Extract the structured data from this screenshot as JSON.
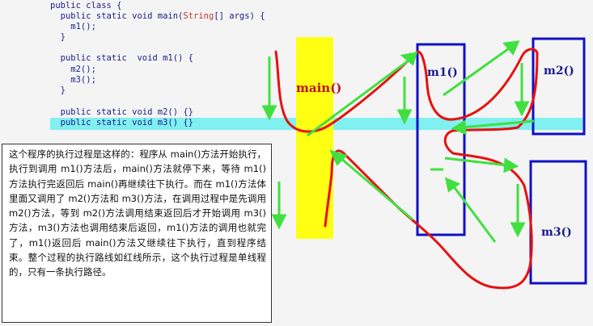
{
  "code": {
    "lines": [
      "public class {",
      "  public static void main(String[] args) {",
      "    m1();",
      "  }",
      "",
      "  public static  void m1() {",
      "    m2();",
      "    m3();",
      "  }",
      "",
      "  public static void m2() {}",
      "  public static void m3() {}"
    ]
  },
  "labels": {
    "main": "main()",
    "m1": "m1()",
    "m2": "m2()",
    "m3": "m3()"
  },
  "description": "这个程序的执行过程是这样的：程序从 main()方法开始执行，执行到调用 m1()方法后，main()方法就停下来，等待 m1()方法执行完返回后 main()再继续往下执行。而在 m1()方法体里面又调用了 m2()方法和 m3()方法，在调用过程中是先调用 m2()方法，等到 m2()方法调用结束返回后才开始调用 m3()方法，m3()方法也调用结束后返回，m1()方法的调用也就完了，m1()返回后 main()方法又继续往下执行，直到程序结束。整个过程的执行路线如红线所示，这个执行过程是单线程的，只有一条执行路径。",
  "colors": {
    "main_box": "#ffff14",
    "method_box_border": "#1010c8",
    "highlight_band": "#80f0f0",
    "red_path": "#e81010",
    "green_arrows": "#40e040"
  }
}
